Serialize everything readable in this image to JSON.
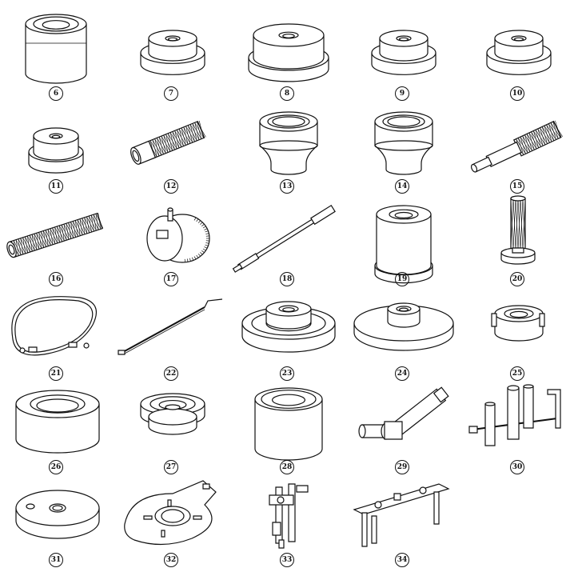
{
  "parts": [
    {
      "number": "6",
      "kind": "cup-sleeve"
    },
    {
      "number": "7",
      "kind": "stepped-puck"
    },
    {
      "number": "8",
      "kind": "wide-puck"
    },
    {
      "number": "9",
      "kind": "stepped-puck"
    },
    {
      "number": "10",
      "kind": "stepped-puck"
    },
    {
      "number": "11",
      "kind": "small-puck"
    },
    {
      "number": "12",
      "kind": "knurled-tube"
    },
    {
      "number": "13",
      "kind": "bell-cup"
    },
    {
      "number": "14",
      "kind": "bell-cup"
    },
    {
      "number": "15",
      "kind": "knurled-handle"
    },
    {
      "number": "16",
      "kind": "knurled-rod"
    },
    {
      "number": "17",
      "kind": "knurled-wheel"
    },
    {
      "number": "18",
      "kind": "long-rod"
    },
    {
      "number": "19",
      "kind": "tall-cup"
    },
    {
      "number": "20",
      "kind": "knurled-bolt"
    },
    {
      "number": "21",
      "kind": "cable-loop"
    },
    {
      "number": "22",
      "kind": "hook-wire"
    },
    {
      "number": "23",
      "kind": "wide-ring-plate"
    },
    {
      "number": "24",
      "kind": "wide-disc"
    },
    {
      "number": "25",
      "kind": "slotted-ring"
    },
    {
      "number": "26",
      "kind": "large-cup"
    },
    {
      "number": "27",
      "kind": "shallow-cup"
    },
    {
      "number": "28",
      "kind": "sleeve-ring"
    },
    {
      "number": "29",
      "kind": "angle-adapter"
    },
    {
      "number": "30",
      "kind": "pin-frame"
    },
    {
      "number": "31",
      "kind": "flat-disc"
    },
    {
      "number": "32",
      "kind": "holder-plate"
    },
    {
      "number": "33",
      "kind": "clamp"
    },
    {
      "number": "34",
      "kind": "bridge-bracket"
    }
  ],
  "colors": {
    "ink": "#111111",
    "paper": "#ffffff"
  }
}
